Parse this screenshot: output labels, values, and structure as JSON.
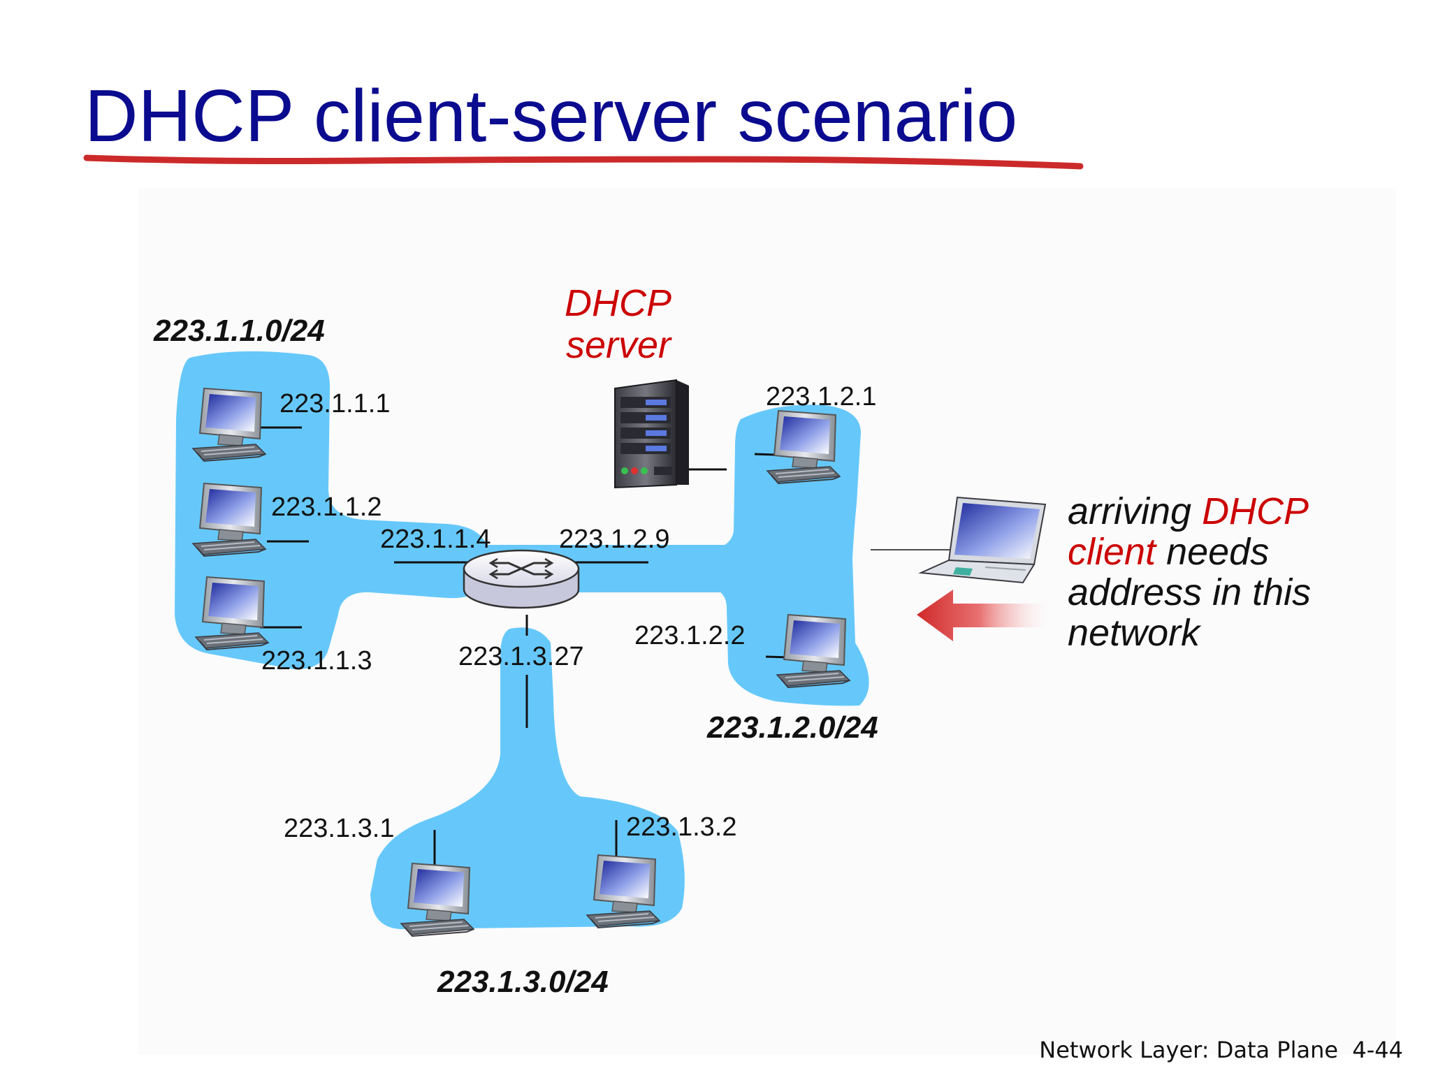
{
  "slide": {
    "title": "DHCP client-server scenario",
    "footer": "Network Layer: Data Plane  4-44"
  },
  "subnets": {
    "s1": "223.1.1.0/24",
    "s2": "223.1.2.0/24",
    "s3": "223.1.3.0/24"
  },
  "hosts": {
    "h111": "223.1.1.1",
    "h112": "223.1.1.2",
    "h113": "223.1.1.3",
    "h121": "223.1.2.1",
    "h122": "223.1.2.2",
    "h131": "223.1.3.1",
    "h132": "223.1.3.2"
  },
  "router": {
    "if1": "223.1.1.4",
    "if2": "223.1.2.9",
    "if3": "223.1.3.27"
  },
  "server": {
    "line1": "DHCP",
    "line2": "server"
  },
  "callout": {
    "l1a": "arriving ",
    "l1b": "DHCP",
    "l2a": "client",
    "l2b": " needs",
    "l3": "address in this",
    "l4": "network"
  },
  "colors": {
    "title": "#0b0b8f",
    "underline": "#cc2a2a",
    "network": "#66c8fa",
    "accent_red": "#cc0000"
  },
  "icons": [
    "desktop-computer-icon",
    "laptop-icon",
    "server-icon",
    "router-icon",
    "arrow-left-icon"
  ]
}
